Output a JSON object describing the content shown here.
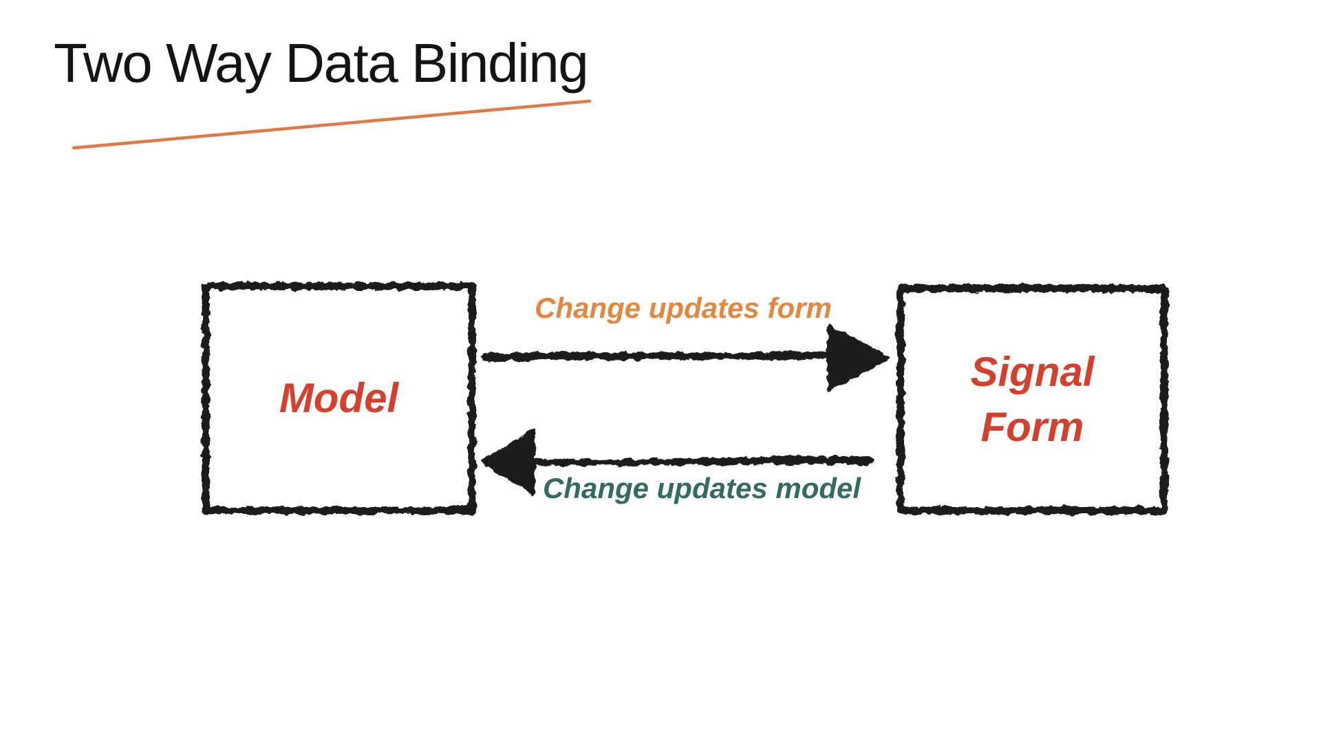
{
  "slide": {
    "background_color": "#ffffff"
  },
  "title": {
    "text": "Two Way Data Binding",
    "color": "#141414",
    "underline_color": "#e07a43"
  },
  "diagram": {
    "style": "hand-drawn-sketch",
    "stroke_color": "#1b1b1b",
    "model_box": {
      "label": "Model",
      "label_color": "#d5402d"
    },
    "signal_form_box": {
      "label": "Signal\nForm",
      "label_color": "#d5402d"
    },
    "forward_arrow": {
      "label": "Change updates form",
      "label_color": "#e2873f",
      "from": "Model",
      "to": "Signal Form",
      "direction": "left-to-right"
    },
    "backward_arrow": {
      "label": "Change updates model",
      "label_color": "#336b60",
      "from": "Signal Form",
      "to": "Model",
      "direction": "right-to-left"
    }
  }
}
